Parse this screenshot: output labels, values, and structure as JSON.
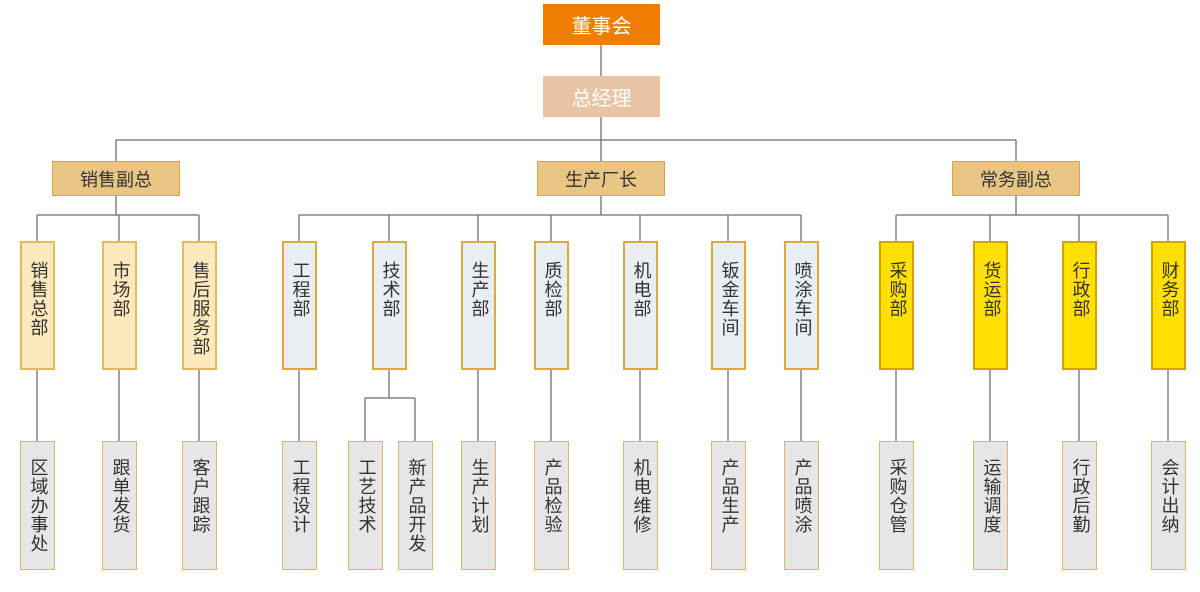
{
  "board": {
    "label": "董事会",
    "color": "#ef7d00"
  },
  "gm": {
    "label": "总经理",
    "color": "#e8c4a4"
  },
  "divisions": [
    {
      "label": "销售副总",
      "theme": "sales",
      "departments": [
        {
          "label": "销售总部",
          "units": [
            "区域办事处"
          ]
        },
        {
          "label": "市场部",
          "units": [
            "跟单发货"
          ]
        },
        {
          "label": "售后服务部",
          "units": [
            "客户跟踪"
          ]
        }
      ]
    },
    {
      "label": "生产厂长",
      "theme": "prod",
      "departments": [
        {
          "label": "工程部",
          "units": [
            "工程设计"
          ]
        },
        {
          "label": "技术部",
          "units": [
            "工艺技术",
            "新产品开发"
          ]
        },
        {
          "label": "生产部",
          "units": [
            "生产计划"
          ]
        },
        {
          "label": "质检部",
          "units": [
            "产品检验"
          ]
        },
        {
          "label": "机电部",
          "units": [
            "机电维修"
          ]
        },
        {
          "label": "钣金车间",
          "units": [
            "产品生产"
          ]
        },
        {
          "label": "喷涂车间",
          "units": [
            "产品喷涂"
          ]
        }
      ]
    },
    {
      "label": "常务副总",
      "theme": "admin",
      "departments": [
        {
          "label": "采购部",
          "units": [
            "采购仓管"
          ]
        },
        {
          "label": "货运部",
          "units": [
            "运输调度"
          ]
        },
        {
          "label": "行政部",
          "units": [
            "行政后勤"
          ]
        },
        {
          "label": "财务部",
          "units": [
            "会计出纳"
          ]
        }
      ]
    }
  ]
}
